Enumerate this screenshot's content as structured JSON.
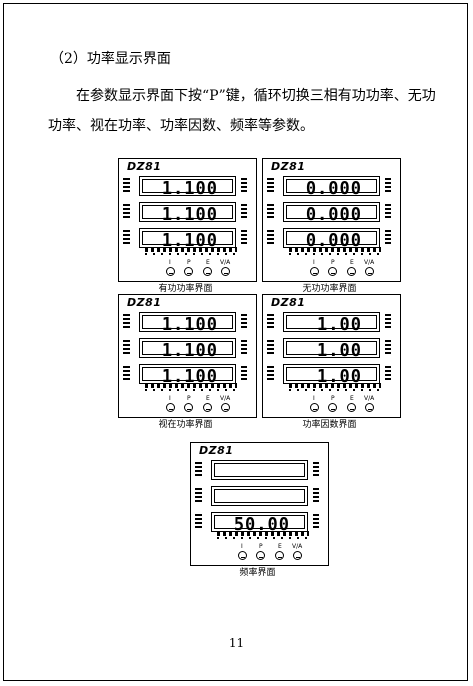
{
  "heading": "（2）功率显示界面",
  "paragraph": "在参数显示界面下按“P”键，循环切换三相有功功率、无功功率、视在功率、功率因数、频率等参数。",
  "meters": [
    {
      "brand": "DZ81",
      "rows": [
        "1.100",
        "1.100",
        "1.100"
      ],
      "caption": "有功功率界面",
      "buttons": [
        "I",
        "P",
        "E",
        "V/A"
      ]
    },
    {
      "brand": "DZ81",
      "rows": [
        "0.000",
        "0.000",
        "0.000"
      ],
      "caption": "无功功率界面",
      "buttons": [
        "I",
        "P",
        "E",
        "V/A"
      ]
    },
    {
      "brand": "DZ81",
      "rows": [
        "1.100",
        "1.100",
        "1.100"
      ],
      "caption": "视在功率界面",
      "buttons": [
        "I",
        "P",
        "E",
        "V/A"
      ]
    },
    {
      "brand": "DZ81",
      "rows": [
        "1.00",
        "1.00",
        "1.00"
      ],
      "caption": "功率因数界面",
      "buttons": [
        "I",
        "P",
        "E",
        "V/A"
      ]
    },
    {
      "brand": "DZ81",
      "rows": [
        "",
        "",
        "50.00"
      ],
      "caption": "频率界面",
      "buttons": [
        "I",
        "P",
        "E",
        "V/A"
      ]
    }
  ],
  "page_number": "11"
}
